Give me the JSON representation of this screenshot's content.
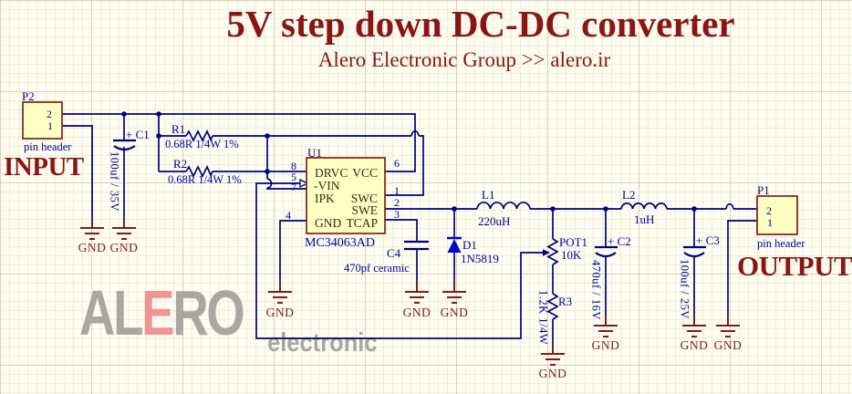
{
  "title": "5V step down DC-DC converter",
  "subtitle": "Alero Electronic Group >> alero.ir",
  "input_label": "INPUT",
  "output_label": "OUTPUT",
  "gnd": "GND",
  "p2": {
    "ref": "P2",
    "type": "pin header",
    "pins": [
      "2",
      "1"
    ]
  },
  "p1": {
    "ref": "P1",
    "type": "pin header",
    "pins": [
      "2",
      "1"
    ]
  },
  "u1": {
    "ref": "U1",
    "part": "MC34063AD",
    "rows": [
      {
        "left": "DRVC",
        "right": "VCC"
      },
      {
        "left": "-VIN",
        "right": ""
      },
      {
        "left": "IPK",
        "right": "SWC"
      },
      {
        "left": "",
        "right": "SWE"
      },
      {
        "left": "GND",
        "right": "TCAP"
      }
    ],
    "pins_left": [
      "8",
      "5",
      "7",
      "4"
    ],
    "pins_right": [
      "6",
      "1",
      "2",
      "3"
    ]
  },
  "r1": {
    "ref": "R1",
    "value": "0.68R 1/4W 1%"
  },
  "r2": {
    "ref": "R2",
    "value": "0.68R 1/4W 1%"
  },
  "r3": {
    "ref": "R3",
    "value": "1.2K 1/4W"
  },
  "pot1": {
    "ref": "POT1",
    "value": "10K"
  },
  "c1": {
    "ref": "+ C1",
    "value": "100uf / 35V"
  },
  "c2": {
    "ref": "+ C2",
    "value": "470uf / 16V"
  },
  "c3": {
    "ref": "+ C3",
    "value": "100uf / 25V"
  },
  "c4": {
    "ref": "C4",
    "value": "470pf ceramic"
  },
  "d1": {
    "ref": "D1",
    "value": "1N5819"
  },
  "l1": {
    "ref": "L1",
    "value": "220uH"
  },
  "l2": {
    "ref": "L2",
    "value": "1uH"
  },
  "logo": {
    "al": "AL",
    "e": "E",
    "ro": "RO",
    "sub": "electronic"
  },
  "colors": {
    "wire": "#000080",
    "label_blue": "#0000a0",
    "gnd_maroon": "#7c1c1c",
    "title_red": "#8b1414",
    "body_fill": "#ffffc3",
    "body_border": "#8b2a21",
    "diode_blue": "#0000cc",
    "logo_gray": "#a3a09a",
    "logo_pink": "#f28b8d",
    "background": "#fdfdf0"
  }
}
